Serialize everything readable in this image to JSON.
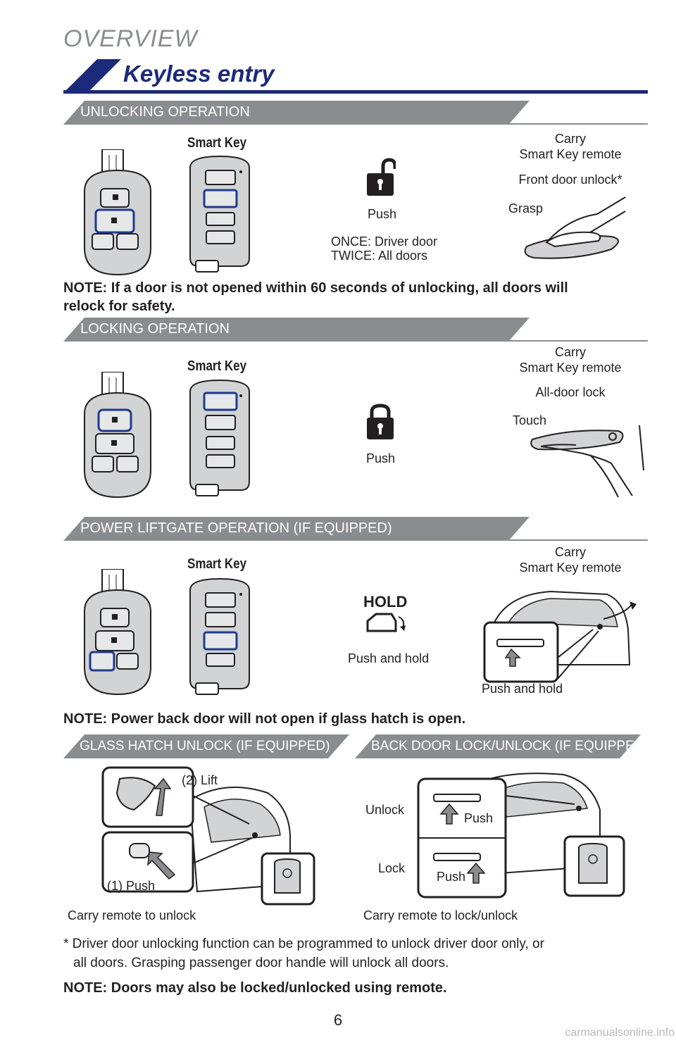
{
  "header": {
    "overview": "OVERVIEW",
    "title": "Keyless entry"
  },
  "unlocking": {
    "section": "UNLOCKING OPERATION",
    "smart_key": "Smart Key",
    "push": "Push",
    "once": "ONCE: Driver door",
    "twice": "TWICE: All doors",
    "carry_1": "Carry",
    "carry_2": "Smart Key remote",
    "front_door": "Front door unlock*",
    "grasp": "Grasp",
    "note_1": "NOTE: If a door is not opened within 60 seconds of unlocking, all doors will",
    "note_2": "relock for safety."
  },
  "locking": {
    "section": "LOCKING OPERATION",
    "smart_key": "Smart Key",
    "push": "Push",
    "carry_1": "Carry",
    "carry_2": "Smart Key remote",
    "all_door": "All-door lock",
    "touch": "Touch"
  },
  "liftgate": {
    "section": "POWER LIFTGATE OPERATION (IF EQUIPPED)",
    "smart_key": "Smart Key",
    "hold": "HOLD",
    "push_hold_1": "Push and hold",
    "push_hold_2": "Push and hold",
    "carry_1": "Carry",
    "carry_2": "Smart Key remote",
    "note": "NOTE: Power back door will not open if glass hatch is open."
  },
  "glass_hatch": {
    "section": "GLASS HATCH UNLOCK (IF EQUIPPED)",
    "lift": "(2) Lift",
    "push": "(1) Push",
    "carry": "Carry remote to unlock"
  },
  "back_door": {
    "section": "BACK DOOR LOCK/UNLOCK (IF EQUIPPED)",
    "unlock": "Unlock",
    "lock": "Lock",
    "push_1": "Push",
    "push_2": "Push",
    "carry": "Carry remote to lock/unlock"
  },
  "footnote_1": "* Driver door unlocking function can be programmed to unlock driver door only, or",
  "footnote_2": "all doors. Grasping passenger door handle will unlock all doors.",
  "final_note": "NOTE: Doors may also be locked/unlocked using remote.",
  "page_number": "6",
  "watermark": "carmanualsonline.info",
  "key_hold_label": "HOLD",
  "colors": {
    "navy": "#1c2a7a",
    "highlight": "#1f3a8f",
    "gray_bar": "#8a8d90",
    "key_gray": "#d1d3d4",
    "dark": "#231f20"
  }
}
